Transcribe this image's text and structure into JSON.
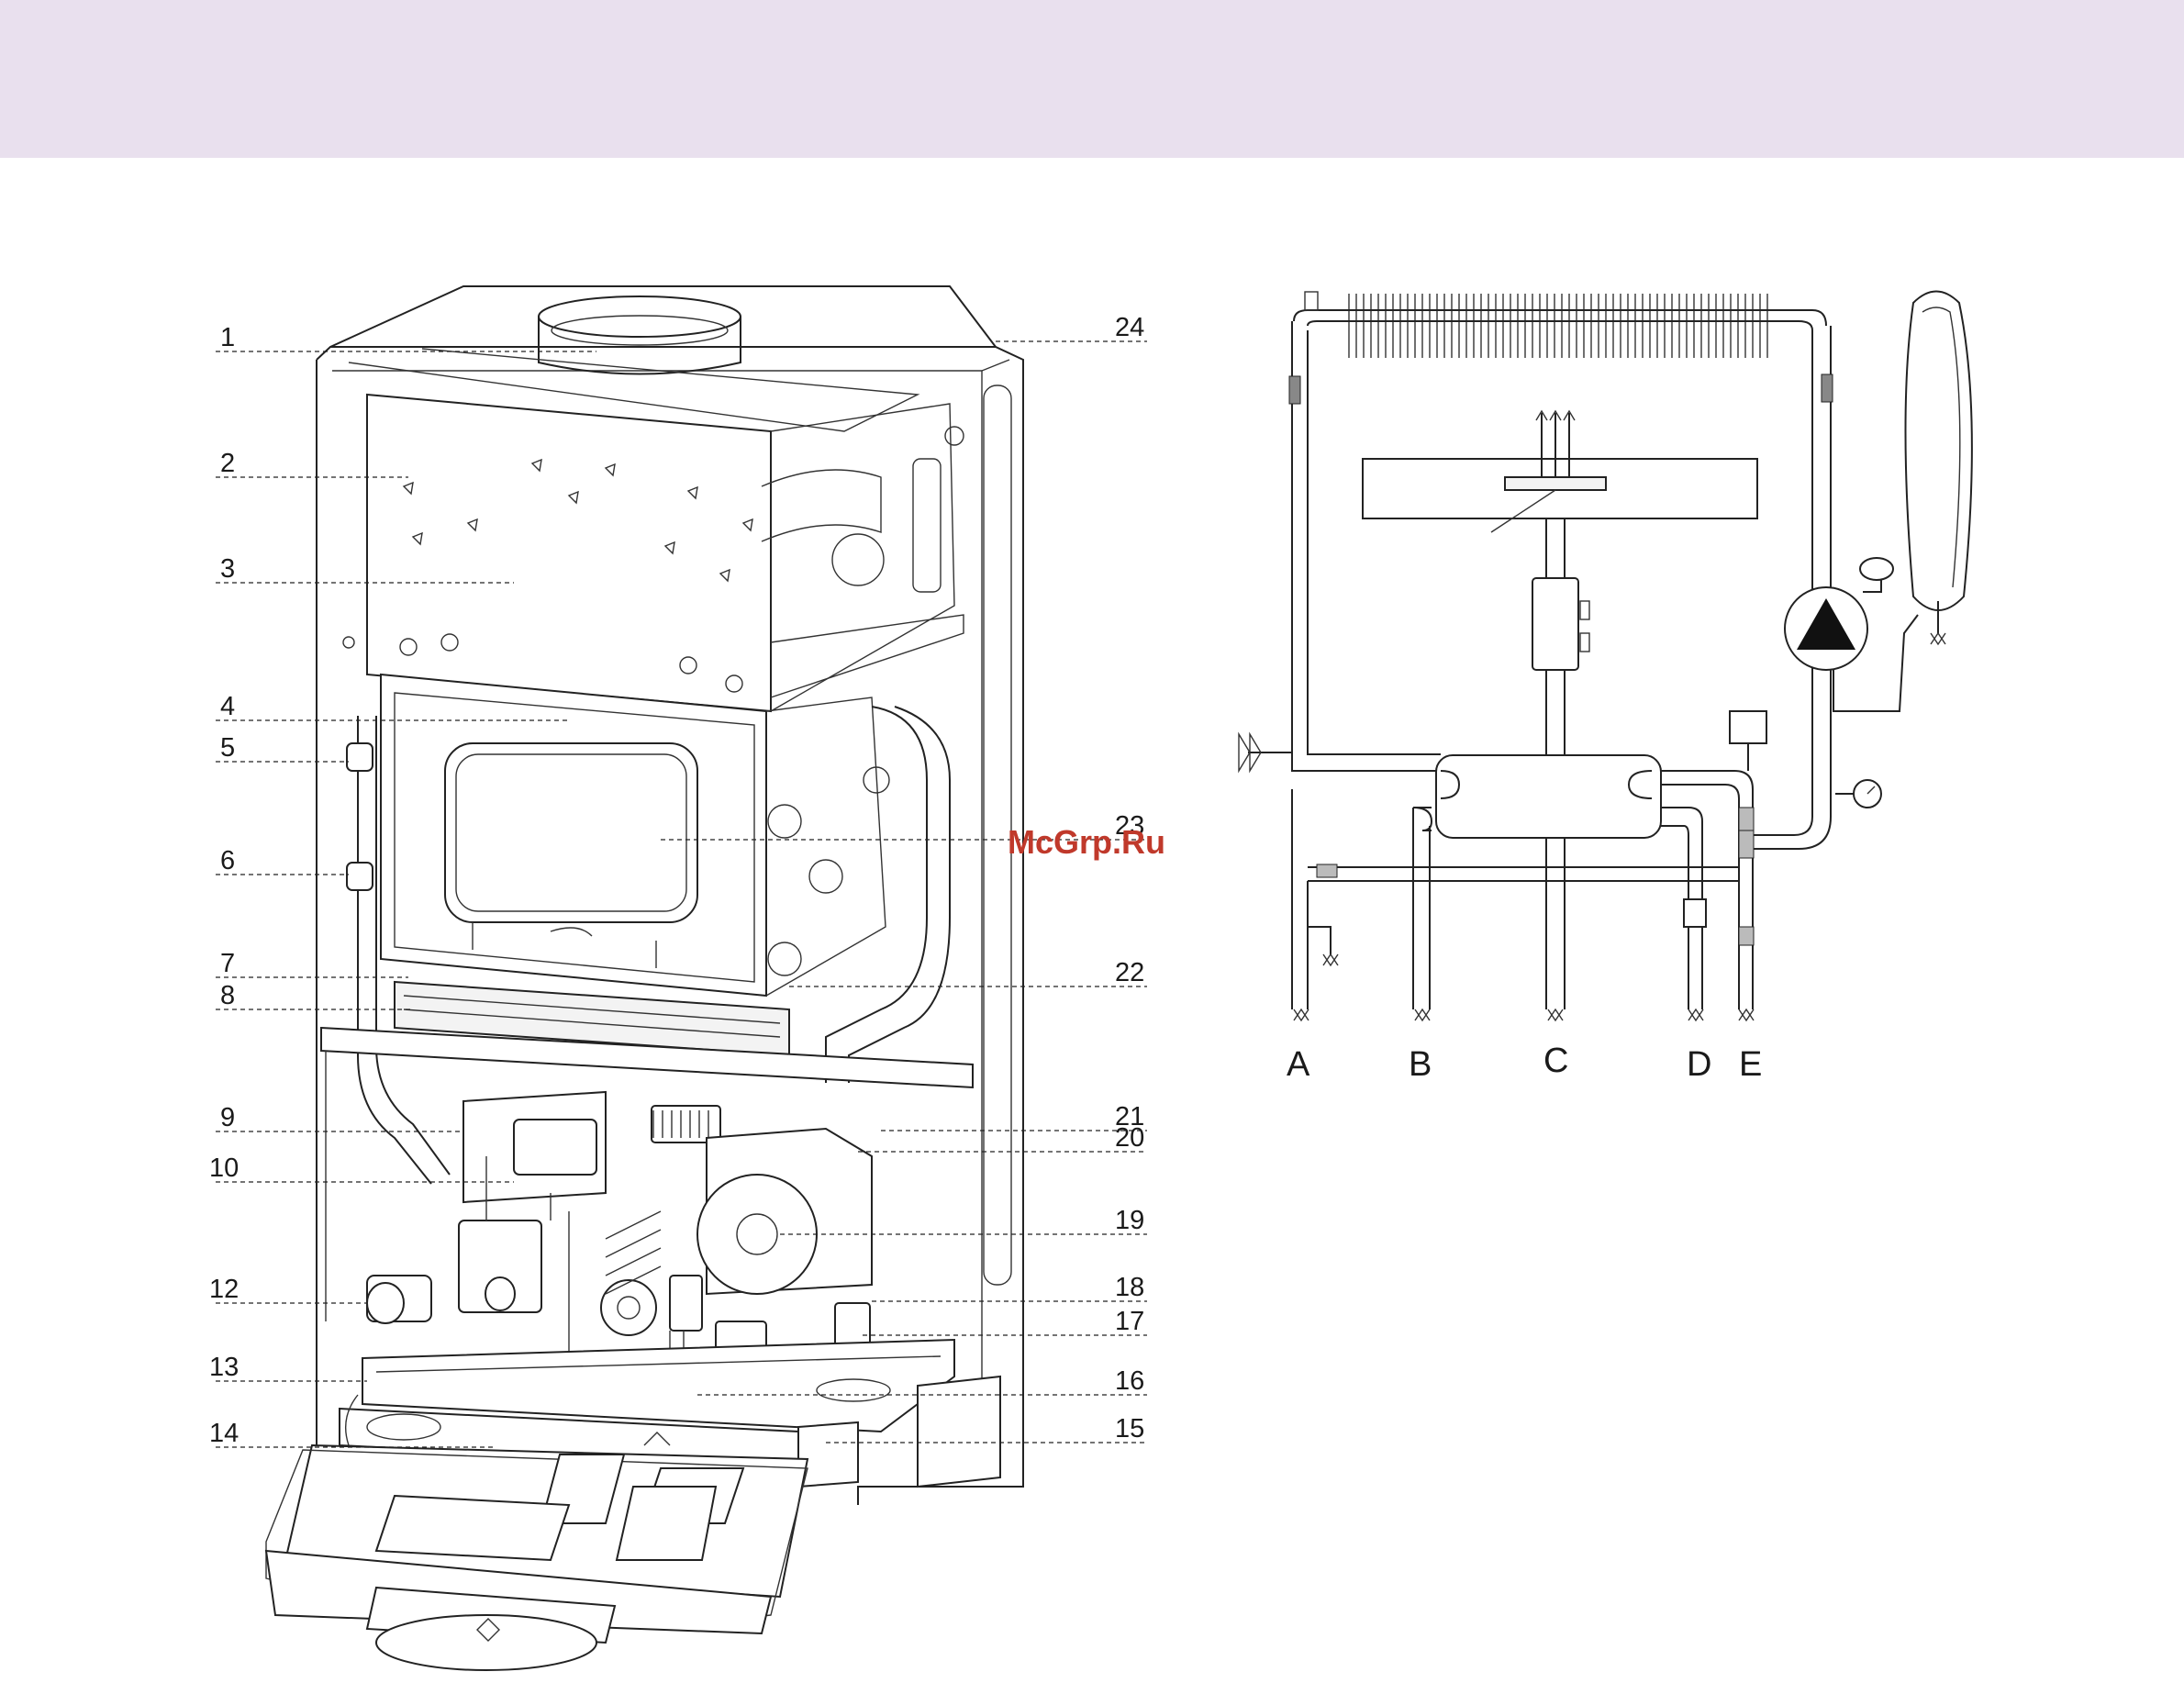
{
  "header_band": {
    "color": "#e9e0ee"
  },
  "watermark": {
    "text": "McGrp.Ru",
    "color": "#c0392b"
  },
  "left_callouts": [
    {
      "label": "1"
    },
    {
      "label": "2"
    },
    {
      "label": "3"
    },
    {
      "label": "4"
    },
    {
      "label": "5"
    },
    {
      "label": "6"
    },
    {
      "label": "7"
    },
    {
      "label": "8"
    },
    {
      "label": "9"
    },
    {
      "label": "10"
    },
    {
      "label": "12"
    },
    {
      "label": "13"
    },
    {
      "label": "14"
    }
  ],
  "right_callouts": [
    {
      "label": "24"
    },
    {
      "label": "23"
    },
    {
      "label": "22"
    },
    {
      "label": "21"
    },
    {
      "label": "20"
    },
    {
      "label": "19"
    },
    {
      "label": "18"
    },
    {
      "label": "17"
    },
    {
      "label": "16"
    },
    {
      "label": "15"
    }
  ],
  "schematic_ports": [
    {
      "label": "A"
    },
    {
      "label": "B"
    },
    {
      "label": "C"
    },
    {
      "label": "D"
    },
    {
      "label": "E"
    }
  ]
}
